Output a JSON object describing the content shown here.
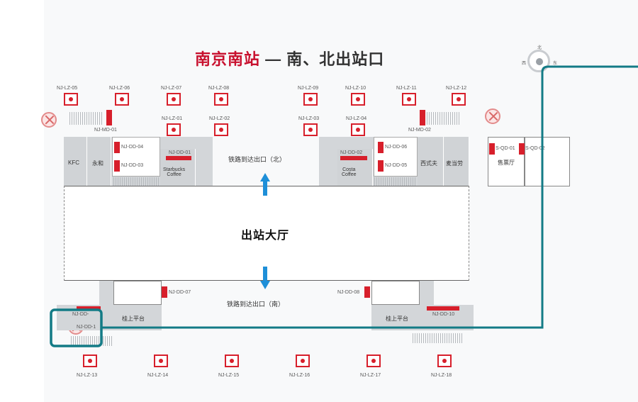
{
  "title": {
    "station": "南京南站",
    "rest": " — 南、北出站口"
  },
  "compass": {
    "n": "北",
    "w": "西",
    "e": "东"
  },
  "hall": {
    "label": "出站大厅"
  },
  "directions": {
    "north": "铁路到达出口（北）",
    "south": "铁路到达出口（南）"
  },
  "platforms": {
    "left": "桂上平台",
    "right": "桂上平台"
  },
  "exits_top_row": [
    "NJ-LZ-05",
    "NJ-LZ-06",
    "NJ-LZ-07",
    "NJ-LZ-08",
    "NJ-LZ-09",
    "NJ-LZ-10",
    "NJ-LZ-11",
    "NJ-LZ-12"
  ],
  "exits_second_row": [
    "NJ-LZ-01",
    "NJ-LZ-02",
    "NJ-LZ-03",
    "NJ-LZ-04"
  ],
  "exits_bottom_row": [
    "NJ-LZ-13",
    "NJ-LZ-14",
    "NJ-LZ-15",
    "NJ-LZ-16",
    "NJ-LZ-17",
    "NJ-LZ-18"
  ],
  "md": {
    "left": "NJ-MD-01",
    "right": "NJ-MD-02"
  },
  "stores": {
    "kfc": "KFC",
    "yonghe": "永和",
    "starbucks": "Starbucks\nCoffee",
    "costa": "Costa\nCoffee",
    "texas": "西式夫",
    "mcd": "麦当劳",
    "ticket": "售票厅"
  },
  "gates": {
    "dd04": "NJ-DD-04",
    "dd03": "NJ-DD-03",
    "dd01": "NJ-DD-01",
    "dd02": "NJ-DD-02",
    "dd06": "NJ-DD-06",
    "dd05": "NJ-DD-05",
    "dd07": "NJ-DD-07",
    "dd08": "NJ-DD-08",
    "dd10": "NJ-DD-10",
    "dd09": "NJ-DD-",
    "dd11": "NJ-DD-1",
    "qd01": "S-QD-01",
    "qd02": "S-QD-02"
  }
}
